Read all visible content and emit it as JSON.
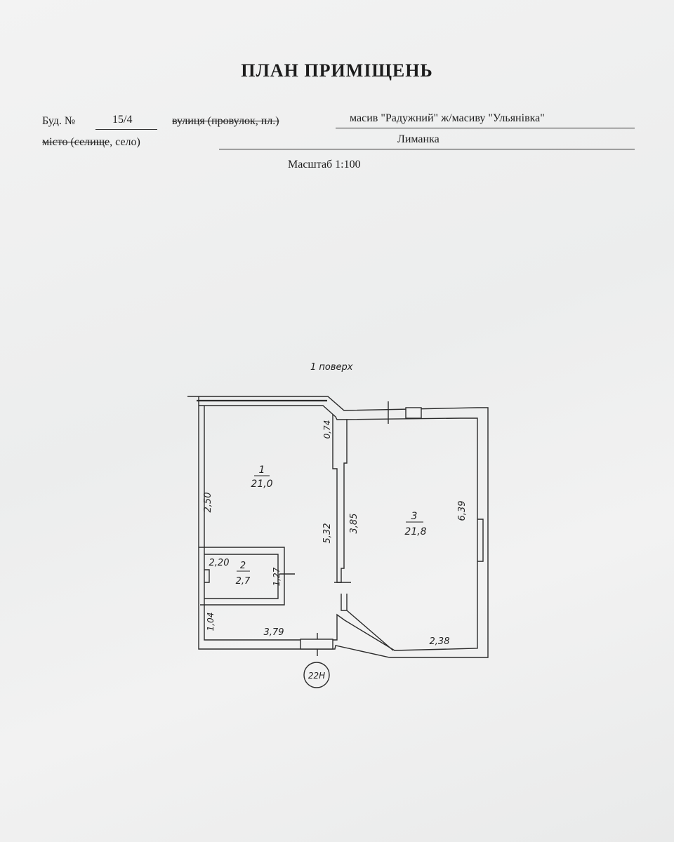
{
  "document": {
    "title": "ПЛАН ПРИМІЩЕНЬ",
    "building_label": "Буд. №",
    "building_number": "15/4",
    "street_label": "вулиця (провулок, пл.)",
    "street_value": "масив \"Радужний\" ж/масиву \"Ульянівка\"",
    "locality_label_struck": "місто (селище",
    "locality_label_rest": ", село)",
    "locality_value": "Лиманка",
    "scale": "Масштаб 1:100",
    "floor": "1 поверх"
  },
  "plan": {
    "rooms": [
      {
        "number": "1",
        "area": "21,0"
      },
      {
        "number": "2",
        "area": "2,7"
      },
      {
        "number": "3",
        "area": "21,8"
      }
    ],
    "dimensions": {
      "d_2_50": "2,50",
      "d_0_74": "0,74",
      "d_5_32": "5,32",
      "d_3_85": "3,85",
      "d_6_39": "6,39",
      "d_2_20": "2,20",
      "d_1_27": "1,27",
      "d_1_04": "1,04",
      "d_3_79": "3,79",
      "d_2_38": "2,38"
    },
    "entrance_mark": "22H"
  }
}
